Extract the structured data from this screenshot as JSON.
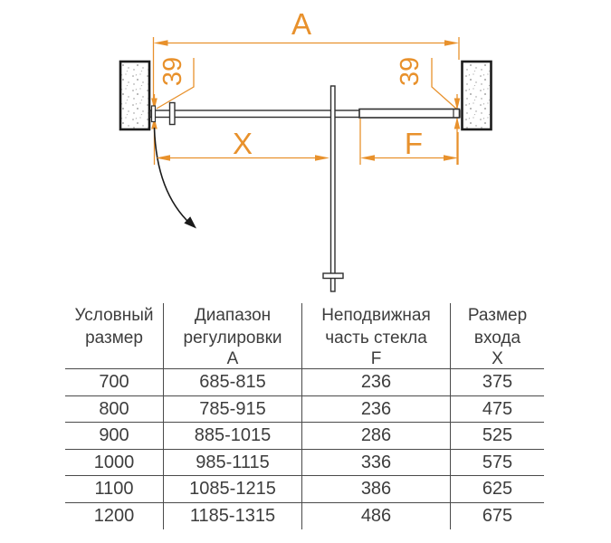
{
  "diagram": {
    "overall_width_label": "A",
    "entry_width_label": "X",
    "fixed_glass_label": "F",
    "wall_profile_left": "39",
    "wall_profile_right": "39",
    "accent_color": "#E8912C",
    "drawing_line_color": "#2f2f2f"
  },
  "table": {
    "headers": [
      {
        "lines": [
          "Условный",
          "размер"
        ],
        "symbol": ""
      },
      {
        "lines": [
          "Диапазон",
          "регулировки"
        ],
        "symbol": "А"
      },
      {
        "lines": [
          "Неподвижная",
          "часть стекла"
        ],
        "symbol": "F"
      },
      {
        "lines": [
          "Размер",
          "входа"
        ],
        "symbol": "X"
      }
    ],
    "rows": [
      [
        "700",
        "685-815",
        "236",
        "375"
      ],
      [
        "800",
        "785-915",
        "236",
        "475"
      ],
      [
        "900",
        "885-1015",
        "286",
        "525"
      ],
      [
        "1000",
        "985-1115",
        "336",
        "575"
      ],
      [
        "1100",
        "1085-1215",
        "386",
        "625"
      ],
      [
        "1200",
        "1185-1315",
        "486",
        "675"
      ]
    ]
  }
}
